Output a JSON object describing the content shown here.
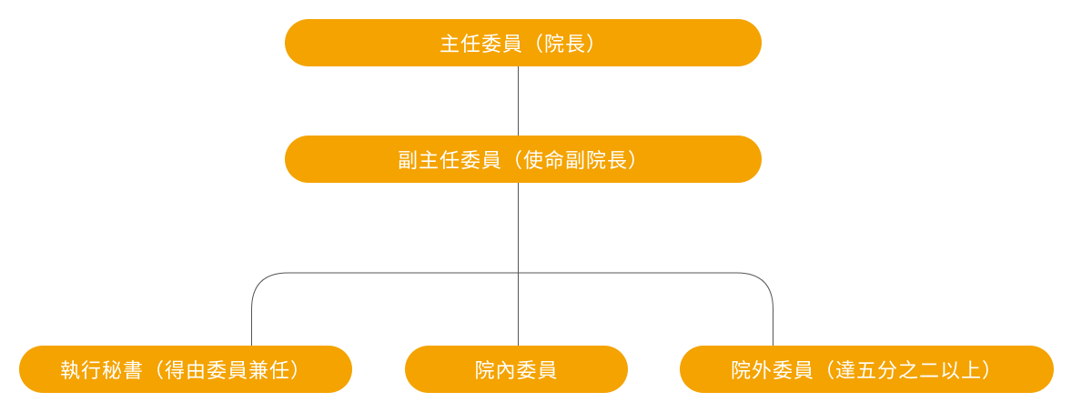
{
  "org_chart": {
    "chair": "主任委員（院長）",
    "vice_chair": "副主任委員（使命副院長）",
    "members": [
      "執行秘書（得由委員兼任）",
      "院內委員",
      "院外委員（達五分之二以上）"
    ]
  },
  "colors": {
    "node_fill": "#f4a300",
    "node_text": "#ffffff",
    "connector": "#555555"
  }
}
